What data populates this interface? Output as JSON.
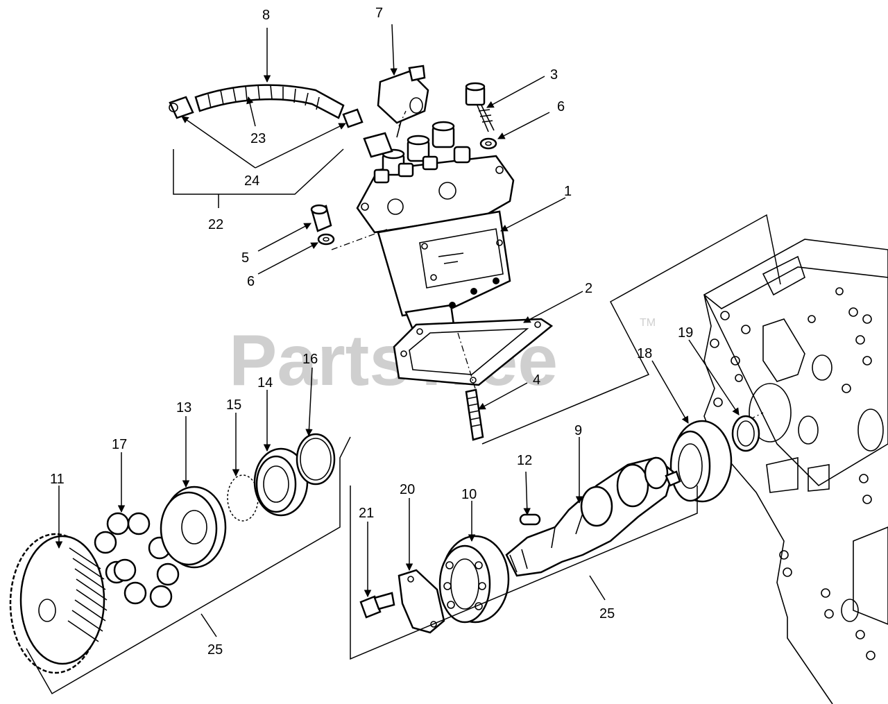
{
  "watermark": {
    "text": "PartsTree",
    "trademark": "TM"
  },
  "callouts": {
    "c1": "1",
    "c2": "2",
    "c3": "3",
    "c4": "4",
    "c5": "5",
    "c6a": "6",
    "c6b": "6",
    "c7": "7",
    "c8": "8",
    "c9": "9",
    "c10": "10",
    "c11": "11",
    "c12": "12",
    "c13": "13",
    "c14": "14",
    "c15": "15",
    "c16": "16",
    "c17": "17",
    "c18": "18",
    "c19": "19",
    "c20": "20",
    "c21": "21",
    "c22": "22",
    "c23": "23",
    "c24": "24",
    "c25a": "25",
    "c25b": "25"
  }
}
